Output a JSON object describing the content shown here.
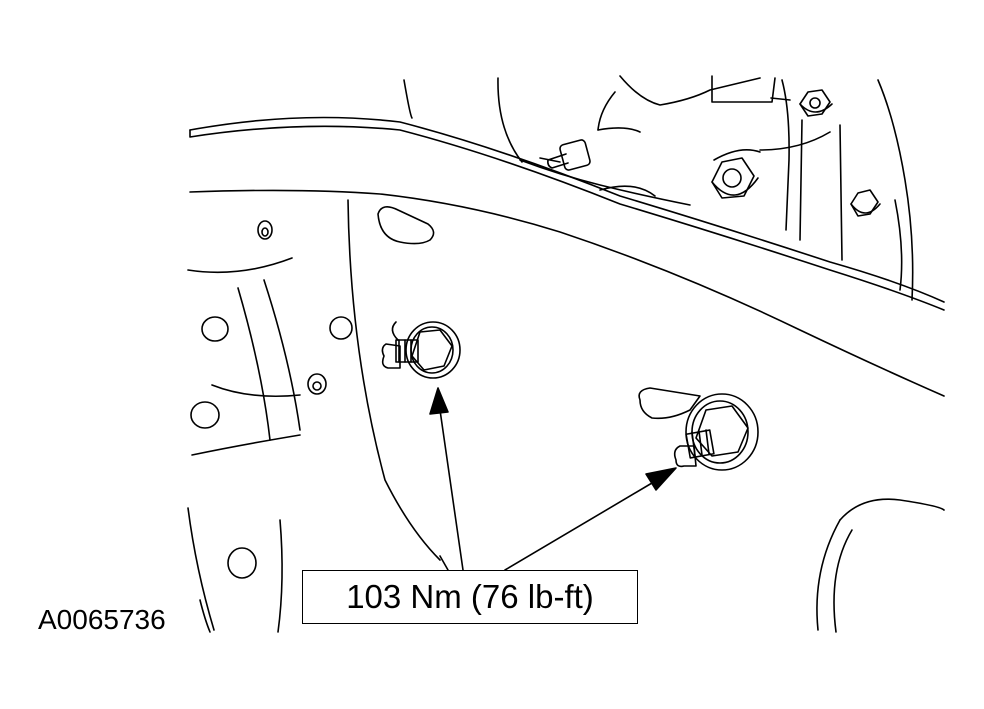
{
  "figure": {
    "torque_spec": "103 Nm (76 lb-ft)",
    "figure_id": "A0065736",
    "line_color": "#000000",
    "background": "#ffffff"
  },
  "parts": {
    "fasteners_called_out": 2,
    "arrows": 2
  }
}
